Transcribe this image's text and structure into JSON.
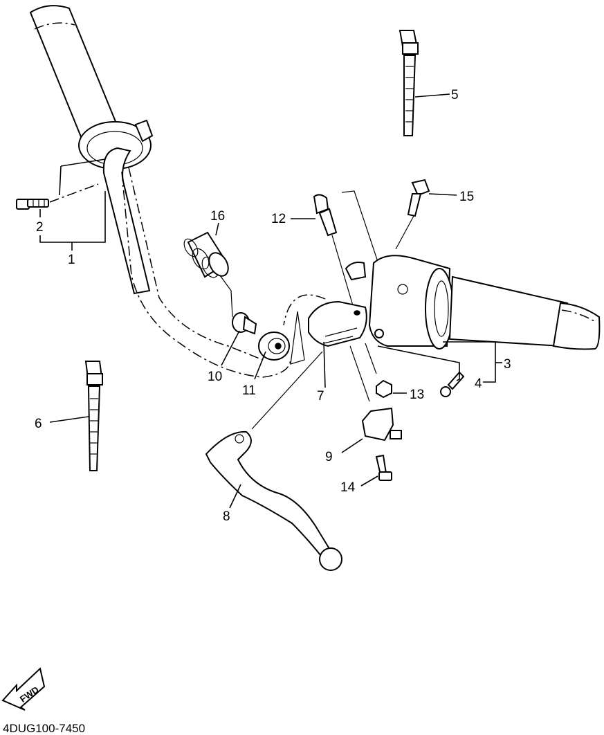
{
  "callouts": {
    "c1": "1",
    "c2": "2",
    "c3": "3",
    "c4": "4",
    "c5": "5",
    "c6": "6",
    "c7": "7",
    "c8": "8",
    "c9": "9",
    "c10": "10",
    "c11": "11",
    "c12": "12",
    "c13": "13",
    "c14": "14",
    "c15": "15",
    "c16": "16"
  },
  "footer": {
    "diagram_code": "4DUG100-7450",
    "fwd_label": "FWD"
  }
}
